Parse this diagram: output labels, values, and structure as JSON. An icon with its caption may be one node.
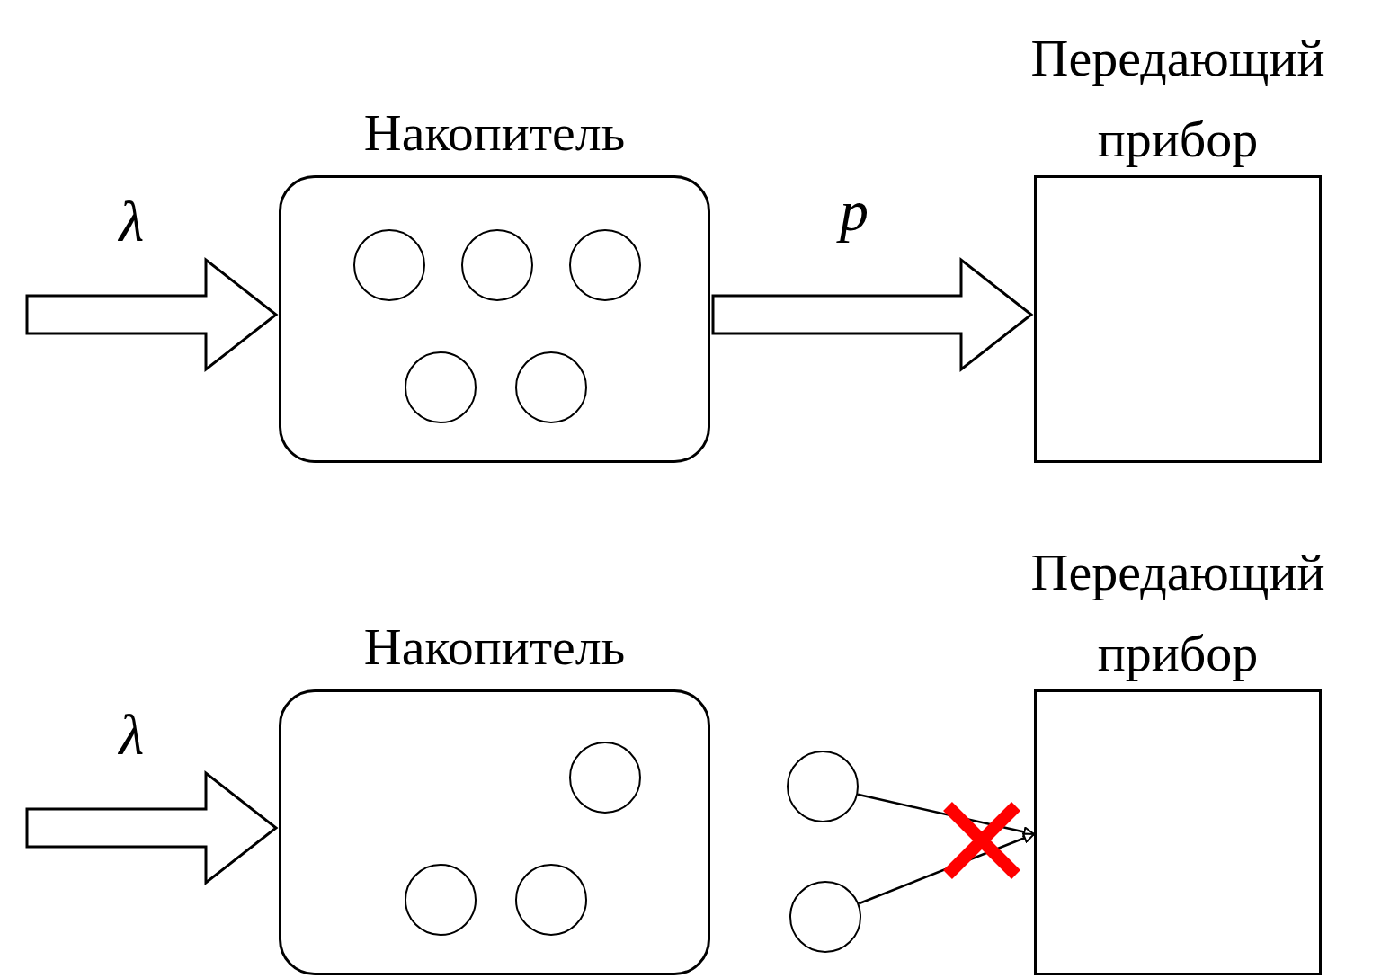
{
  "diagram": {
    "nodes": [
      {
        "text": [
          "Накопитель"
        ]
      },
      {
        "text": [],
        "shape": "circle",
        "in": 0
      },
      {
        "text": [],
        "shape": "circle",
        "in": 0
      },
      {
        "text": [],
        "shape": "circle",
        "in": 0
      },
      {
        "text": [],
        "shape": "circle",
        "in": 0
      },
      {
        "text": [],
        "shape": "circle",
        "in": 0
      },
      {
        "text": [
          "Передающий прибор"
        ]
      },
      {
        "text": [
          "Накопитель"
        ]
      },
      {
        "text": [],
        "shape": "circle",
        "in": 7
      },
      {
        "text": [],
        "shape": "circle",
        "in": 7
      },
      {
        "text": [],
        "shape": "circle",
        "in": 7
      },
      {
        "text": [],
        "shape": "circle"
      },
      {
        "text": [],
        "shape": "circle"
      },
      {
        "text": [
          "Передающий прибор"
        ]
      }
    ],
    "edges": [
      {
        "from": null,
        "to": 0,
        "arrow": "to",
        "label": "λ"
      },
      {
        "from": 0,
        "to": 6,
        "arrow": "to",
        "label": "p"
      },
      {
        "from": null,
        "to": 7,
        "arrow": "to",
        "label": "λ"
      },
      {
        "from": 11,
        "to": 13,
        "arrow": "to"
      },
      {
        "from": 12,
        "to": 13,
        "arrow": "to"
      }
    ]
  }
}
